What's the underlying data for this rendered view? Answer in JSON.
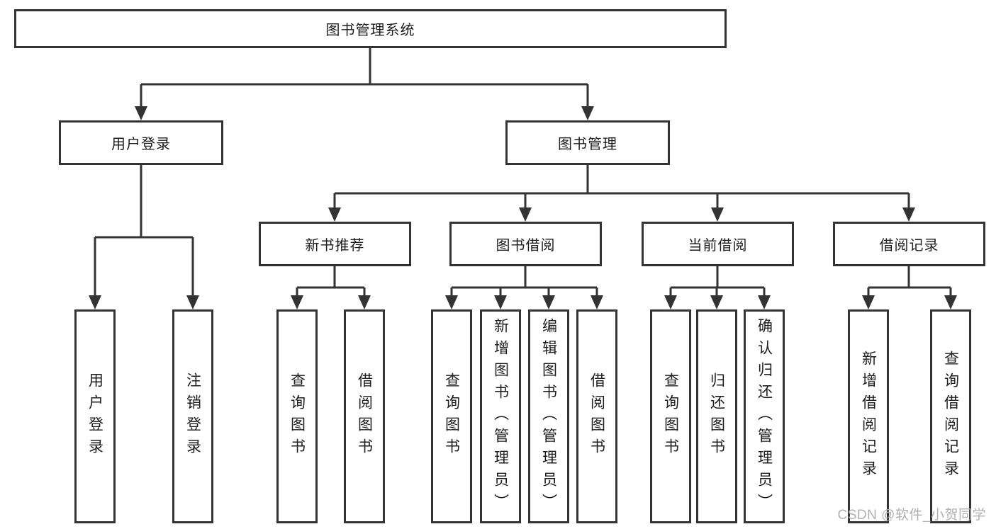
{
  "diagram": {
    "tree": {
      "label": "图书管理系统",
      "children": [
        {
          "label": "用户登录",
          "children": [
            {
              "label": "用户登录"
            },
            {
              "label": "注销登录"
            }
          ]
        },
        {
          "label": "图书管理",
          "children": [
            {
              "label": "新书推荐",
              "children": [
                {
                  "label": "查询图书"
                },
                {
                  "label": "借阅图书"
                }
              ]
            },
            {
              "label": "图书借阅",
              "children": [
                {
                  "label": "查询图书"
                },
                {
                  "label": "新增图书（管理员）"
                },
                {
                  "label": "编辑图书（管理员）"
                },
                {
                  "label": "借阅图书"
                }
              ]
            },
            {
              "label": "当前借阅",
              "children": [
                {
                  "label": "查询图书"
                },
                {
                  "label": "归还图书"
                },
                {
                  "label": "确认归还（管理员）"
                }
              ]
            },
            {
              "label": "借阅记录",
              "children": [
                {
                  "label": "新增借阅记录"
                },
                {
                  "label": "查询借阅记录"
                }
              ]
            }
          ]
        }
      ]
    },
    "watermark": "CSDN @软件_小贺同学",
    "colors": {
      "line": "#333333",
      "text": "#1d1d1d",
      "watermark": "#b0b0b0"
    }
  }
}
